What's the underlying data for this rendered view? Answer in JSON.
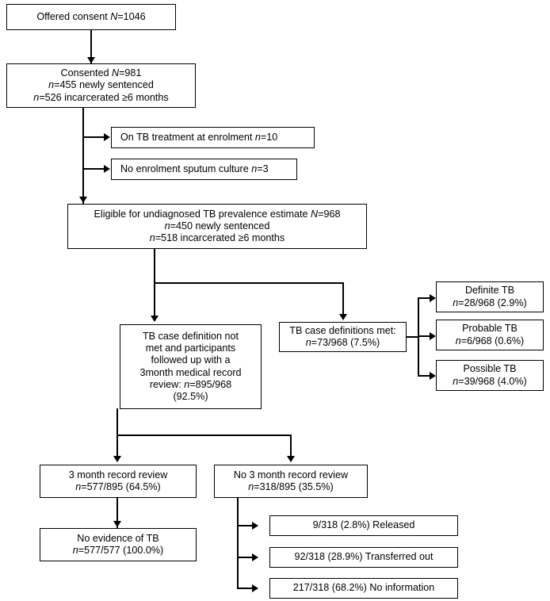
{
  "diagram": {
    "title": "Study participant flow for undiagnosed TB prevalence estimate",
    "type": "flowchart",
    "colors": {
      "background": "#ffffff",
      "box_border": "#000000",
      "text": "#000000",
      "connector": "#000000"
    }
  },
  "nodes": {
    "offered_consent": {
      "line1": "Offered consent N=1046"
    },
    "consented": {
      "line1": "Consented N=981",
      "line2": "n=455 newly sentenced",
      "line3": "n=526 incarcerated ≥6 months"
    },
    "excl_on_treatment": {
      "line1": "On TB treatment at enrolment n=10"
    },
    "excl_no_culture": {
      "line1": "No enrolment sputum culture n=3"
    },
    "eligible": {
      "line1": "Eligible for undiagnosed TB prevalence estimate N=968",
      "line2": "n=450 newly sentenced",
      "line3": "n=518 incarcerated ≥6 months"
    },
    "case_def_not_met": {
      "line1": "TB case definition not",
      "line2": "met and participants",
      "line3": "followed up with a",
      "line4": "3month medical record",
      "line5": "review: n=895/968",
      "line6": "(92.5%)"
    },
    "case_def_met": {
      "line1": "TB case definitions met:",
      "line2": "n=73/968 (7.5%)"
    },
    "definite_tb": {
      "line1": "Definite TB",
      "line2": "n=28/968 (2.9%)"
    },
    "probable_tb": {
      "line1": "Probable TB",
      "line2": "n=6/968 (0.6%)"
    },
    "possible_tb": {
      "line1": "Possible TB",
      "line2": "n=39/968 (4.0%)"
    },
    "record_review": {
      "line1": "3 month record review",
      "line2": "n=577/895 (64.5%)"
    },
    "no_record_review": {
      "line1": "No 3 month record review",
      "line2": "n=318/895 (35.5%)"
    },
    "no_evidence_tb": {
      "line1": "No evidence of TB",
      "line2": "n=577/577 (100.0%)"
    },
    "released": {
      "line1": "9/318 (2.8%) Released"
    },
    "transferred_out": {
      "line1": "92/318 (28.9%) Transferred out"
    },
    "no_information": {
      "line1": "217/318 (68.2%) No information"
    }
  },
  "chart_data": {
    "type": "flowchart",
    "title": "TB prevalence study participant flow",
    "stages": [
      {
        "label": "Offered consent",
        "denominator_label": "N",
        "value": 1046
      },
      {
        "label": "Consented",
        "denominator_label": "N",
        "value": 981,
        "breakdown": [
          {
            "label": "newly sentenced",
            "value": 455
          },
          {
            "label": "incarcerated ≥6 months",
            "value": 526
          }
        ]
      },
      {
        "label": "On TB treatment at enrolment",
        "denominator_label": "n",
        "value": 10,
        "excluded": true
      },
      {
        "label": "No enrolment sputum culture",
        "denominator_label": "n",
        "value": 3,
        "excluded": true
      },
      {
        "label": "Eligible for undiagnosed TB prevalence estimate",
        "denominator_label": "N",
        "value": 968,
        "breakdown": [
          {
            "label": "newly sentenced",
            "value": 450
          },
          {
            "label": "incarcerated ≥6 months",
            "value": 518
          }
        ]
      },
      {
        "label": "TB case definition not met, 3month medical record review",
        "value": 895,
        "denominator": 968,
        "percent": 92.5
      },
      {
        "label": "TB case definitions met",
        "value": 73,
        "denominator": 968,
        "percent": 7.5
      },
      {
        "label": "Definite TB",
        "value": 28,
        "denominator": 968,
        "percent": 2.9
      },
      {
        "label": "Probable TB",
        "value": 6,
        "denominator": 968,
        "percent": 0.6
      },
      {
        "label": "Possible TB",
        "value": 39,
        "denominator": 968,
        "percent": 4.0
      },
      {
        "label": "3 month record review",
        "value": 577,
        "denominator": 895,
        "percent": 64.5
      },
      {
        "label": "No 3 month record review",
        "value": 318,
        "denominator": 895,
        "percent": 35.5
      },
      {
        "label": "No evidence of TB",
        "value": 577,
        "denominator": 577,
        "percent": 100.0
      },
      {
        "label": "Released",
        "value": 9,
        "denominator": 318,
        "percent": 2.8
      },
      {
        "label": "Transferred out",
        "value": 92,
        "denominator": 318,
        "percent": 28.9
      },
      {
        "label": "No information",
        "value": 217,
        "denominator": 318,
        "percent": 68.2
      }
    ]
  }
}
